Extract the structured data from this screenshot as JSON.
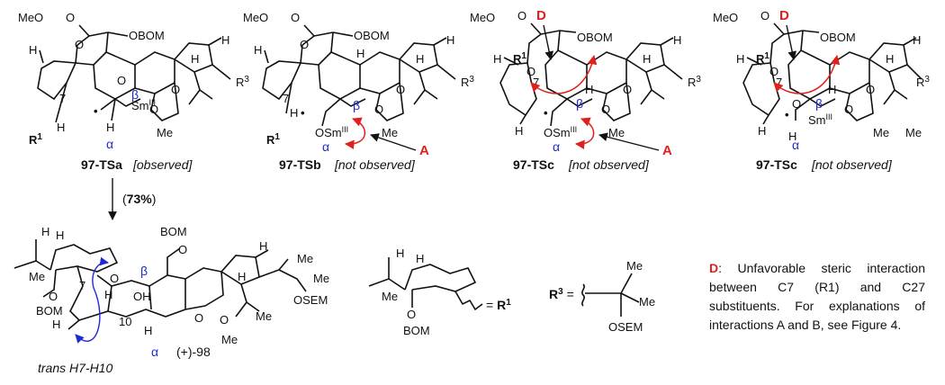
{
  "colors": {
    "ink": "#111111",
    "red": "#e0201b",
    "blue": "#1f2bd0"
  },
  "structures": [
    {
      "id": "97-TSa",
      "name": "97-TSa",
      "status": "observed"
    },
    {
      "id": "97-TSb",
      "name": "97-TSb",
      "status": "not observed"
    },
    {
      "id": "97-TSc-1",
      "name": "97-TSc",
      "status": "not observed"
    },
    {
      "id": "97-TSc-2",
      "name": "97-TSc",
      "status": "not observed"
    }
  ],
  "atoms": {
    "meo": "MeO",
    "obom": "OBOM",
    "bom": "BOM",
    "o": "O",
    "oh": "OH",
    "h": "H",
    "me": "Me",
    "sm": "Sm",
    "sm_ox": "III",
    "osm": "OSm",
    "osem": "OSEM",
    "r1": "R",
    "r1_sup": "1",
    "r3": "R",
    "r3_sup": "3",
    "c7": "7",
    "c10": "10",
    "alpha": "α",
    "beta": "β"
  },
  "interaction_labels": {
    "a": "A",
    "d": "D"
  },
  "reaction": {
    "yield": "73%"
  },
  "product": {
    "name": "(+)-98",
    "relation": "trans H7-H10"
  },
  "definitions": {
    "r1_eq": "= R1",
    "r3_eq": "R3 ="
  },
  "note": {
    "label": "D",
    "text": ": Unfavorable steric interaction between C7 (R1) and C27 substituents. For explanations of interactions A and B, see Figure 4."
  }
}
